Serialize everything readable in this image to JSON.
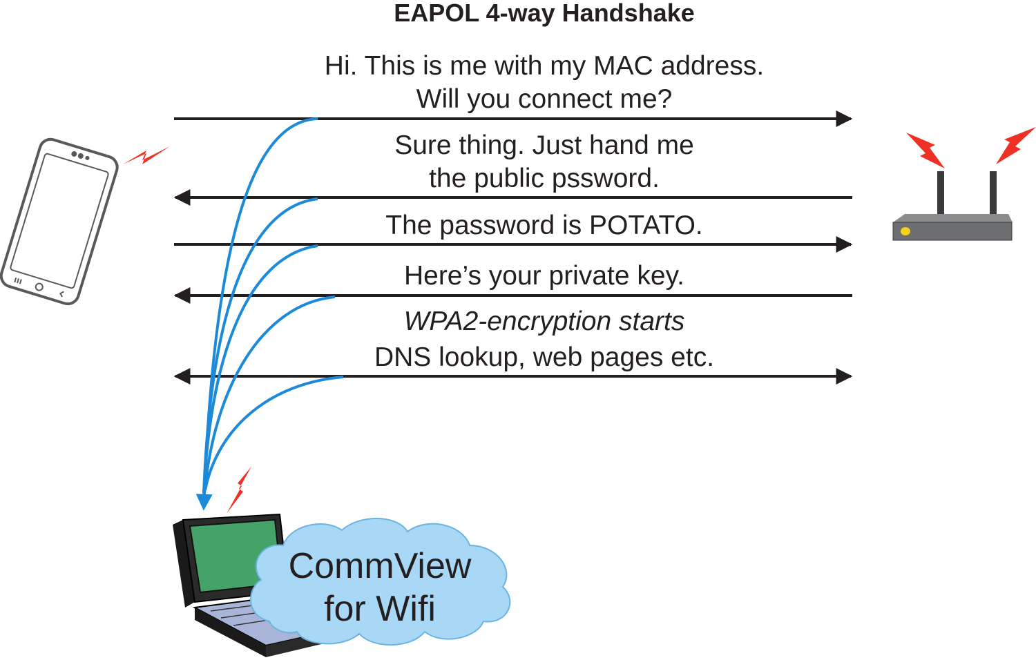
{
  "title": "EAPOL 4-way Handshake",
  "messages": [
    {
      "line1": "Hi. This is me with my MAC address.",
      "line2": "Will you connect me?",
      "direction": "to-router"
    },
    {
      "line1": "Sure thing. Just hand me",
      "line2": "the public pssword.",
      "direction": "to-phone"
    },
    {
      "line1": "The password is POTATO.",
      "direction": "to-router"
    },
    {
      "line1": "Here’s your private key.",
      "direction": "to-phone"
    },
    {
      "line1": "WPA2-encryption starts",
      "line2": "DNS lookup, web pages etc.",
      "direction": "both"
    }
  ],
  "sniffer": {
    "line1": "CommView",
    "line2": "for Wifi"
  },
  "icons": [
    "smartphone-icon",
    "wifi-router-icon",
    "laptop-icon",
    "cloud-icon",
    "signal-bolt-icon"
  ],
  "colors": {
    "arrow": "#231f20",
    "intercept": "#1c8ad8",
    "bolt": "#ee3124",
    "cloud_fill": "#a8d8f5",
    "screen": "#45a36a",
    "router_body": "#6d6e70",
    "router_led": "#f2d21b"
  }
}
